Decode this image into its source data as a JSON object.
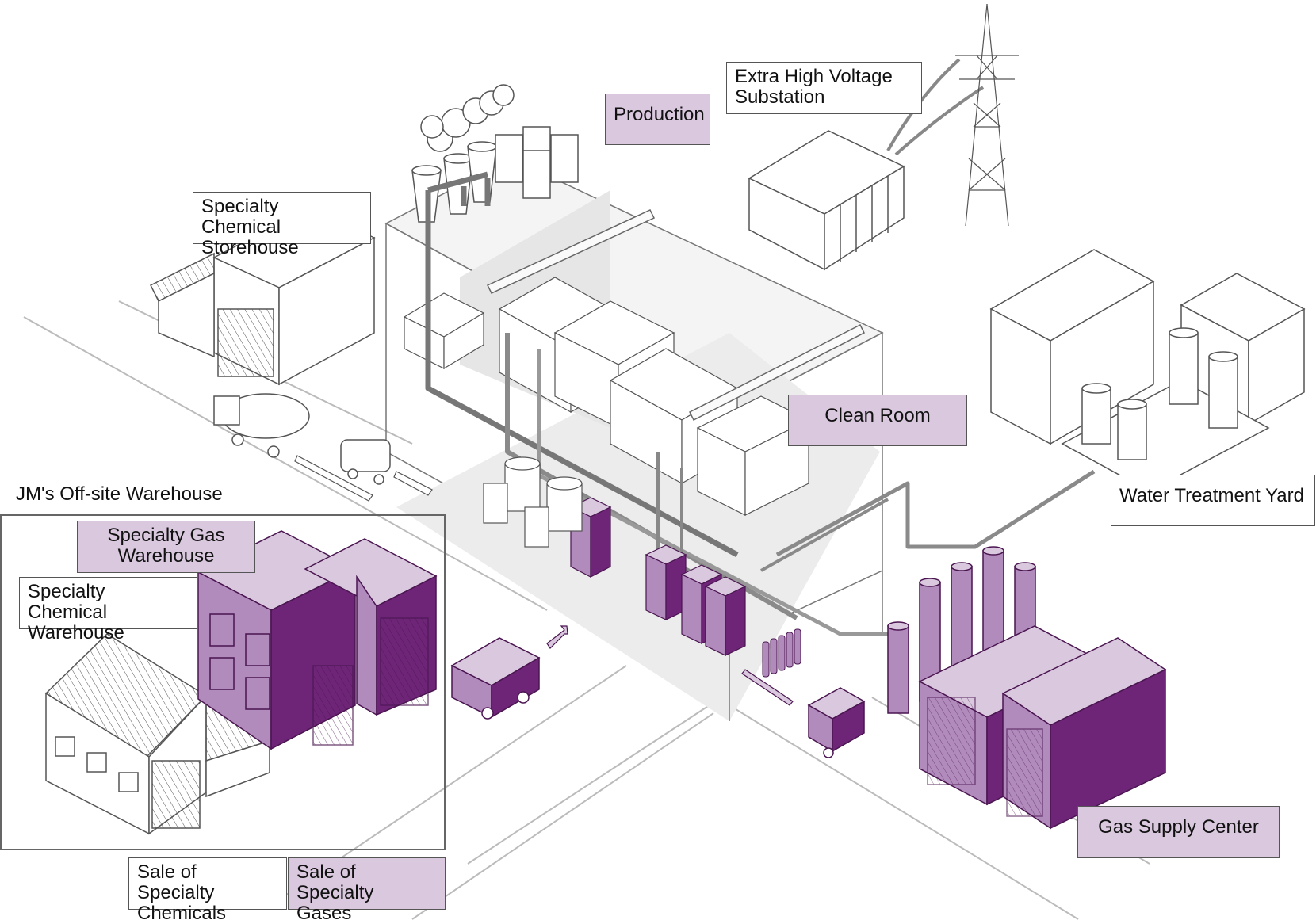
{
  "labels": {
    "production": "Production",
    "extra_high_voltage": "Extra High Voltage\nSubstation",
    "specialty_chemical_storehouse": "Specialty Chemical\nStorehouse",
    "clean_room": "Clean Room",
    "water_treatment_yard": "Water Treatment Yard",
    "offsite_warehouse": "JM's Off-site Warehouse",
    "specialty_gas_warehouse": "Specialty Gas\nWarehouse",
    "specialty_chemical_warehouse": "Specialty Chemical\nWarehouse",
    "gas_supply_center": "Gas Supply Center",
    "sale_specialty_chemicals": "Sale of Specialty\nChemicals",
    "sale_specialty_gases": "Sale of Specialty\nGases"
  },
  "colors": {
    "purple_light": "#d9c8de",
    "purple_mid": "#b28bbd",
    "purple_dark": "#6e2477",
    "line": "#555555",
    "pipe": "#7a7a7a",
    "floor": "#ececec"
  }
}
